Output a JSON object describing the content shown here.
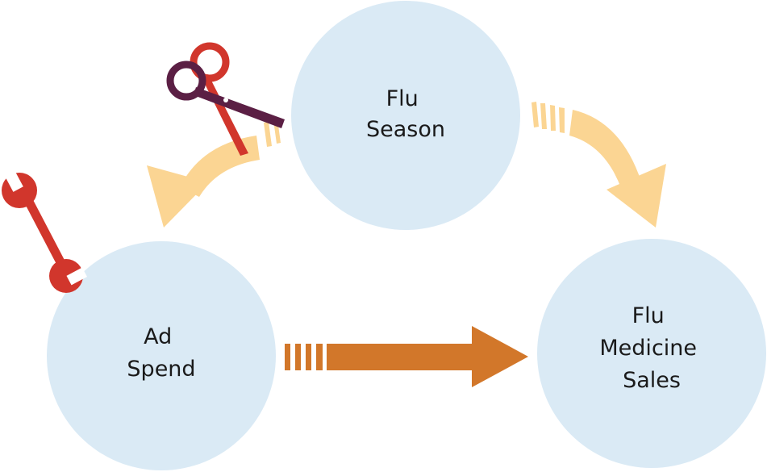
{
  "nodes": {
    "flu_season": {
      "line1": "Flu",
      "line2": "Season"
    },
    "ad_spend": {
      "line1": "Ad",
      "line2": "Spend"
    },
    "flu_medicine_sales": {
      "line1": "Flu",
      "line2": "Medicine",
      "line3": "Sales"
    }
  },
  "icons": [
    "scissors-icon",
    "wrench-icon"
  ],
  "colors": {
    "node_fill": "#daeaf5",
    "light_arrow": "#fbd593",
    "dark_arrow": "#d2772a",
    "scissors_front": "#5b1f44",
    "scissors_back": "#d1362c",
    "wrench": "#d1362c"
  }
}
